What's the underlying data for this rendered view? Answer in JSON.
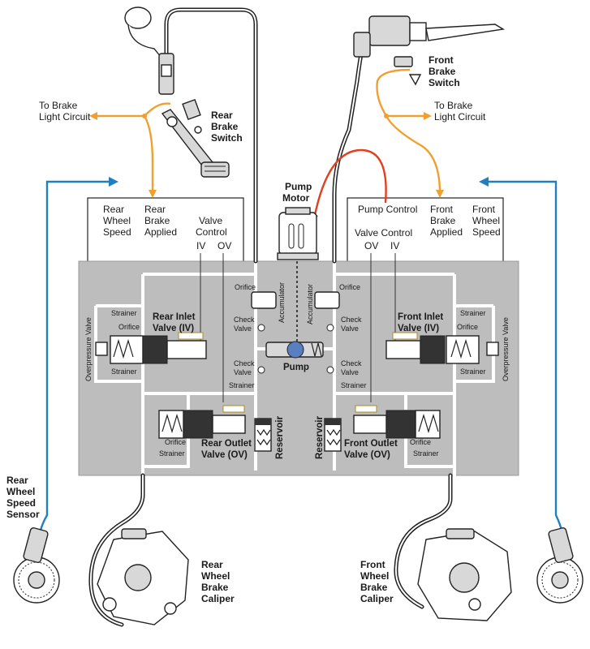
{
  "colors": {
    "block": "#bdbdbd",
    "hydraulic_line": "#ffffff",
    "brake_light_wire": "#f0a030",
    "wheel_speed_wire": "#1f80c0",
    "pump_wire": "#e04020"
  },
  "labels": {
    "to_brake_light_left": [
      "To Brake",
      "Light Circuit"
    ],
    "to_brake_light_right": [
      "To Brake",
      "Light Circuit"
    ],
    "rear_brake_switch": [
      "Rear",
      "Brake",
      "Switch"
    ],
    "front_brake_switch": [
      "Front",
      "Brake",
      "Switch"
    ],
    "pump_motor": [
      "Pump",
      "Motor"
    ],
    "rear_wheel_speed": [
      "Rear",
      "Wheel",
      "Speed"
    ],
    "rear_brake_applied": [
      "Rear",
      "Brake",
      "Applied"
    ],
    "valve_control_left": [
      "Valve",
      "Control"
    ],
    "iv": "IV",
    "ov": "OV",
    "pump_control": "Pump Control",
    "valve_control_right": "Valve Control",
    "front_brake_applied": [
      "Front",
      "Brake",
      "Applied"
    ],
    "front_wheel_speed": [
      "Front",
      "Wheel",
      "Speed"
    ],
    "orifice": "Orifice",
    "accumulator": "Accumulator",
    "strainer": "Strainer",
    "check_valve": [
      "Check",
      "Valve"
    ],
    "overpressure_valve": "Overpressure Valve",
    "rear_inlet_valve": [
      "Rear Inlet",
      "Valve (IV)"
    ],
    "front_inlet_valve": [
      "Front Inlet",
      "Valve (IV)"
    ],
    "pump": "Pump",
    "rear_outlet_valve": [
      "Rear Outlet",
      "Valve (OV)"
    ],
    "front_outlet_valve": [
      "Front Outlet",
      "Valve (OV)"
    ],
    "reservoir": "Reservoir",
    "rear_wheel_speed_sensor": [
      "Rear",
      "Wheel",
      "Speed",
      "Sensor"
    ],
    "rear_wheel_brake_caliper": [
      "Rear",
      "Wheel",
      "Brake",
      "Caliper"
    ],
    "front_wheel_brake_caliper": [
      "Front",
      "Wheel",
      "Brake",
      "Caliper"
    ]
  }
}
